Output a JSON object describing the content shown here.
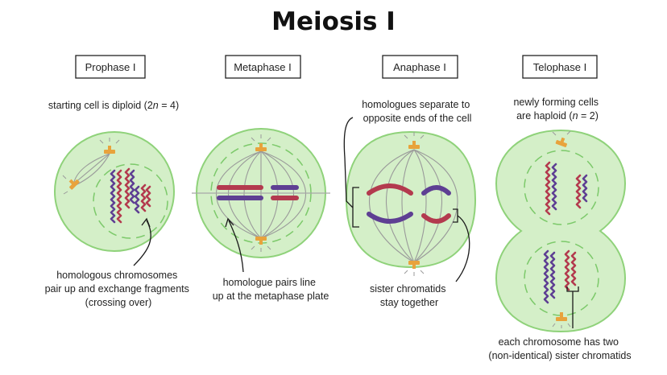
{
  "title": "Meiosis I",
  "stages": [
    {
      "label": "Prophase I"
    },
    {
      "label": "Metaphase I"
    },
    {
      "label": "Anaphase I"
    },
    {
      "label": "Telophase I"
    }
  ],
  "notes": {
    "prophase_top": {
      "pre": "starting cell is diploid (2",
      "var": "n",
      "post": " = 4)"
    },
    "prophase_bottom": [
      "homologous chromosomes",
      "pair up and exchange fragments",
      "(crossing over)"
    ],
    "metaphase_bottom": [
      "homologue pairs line",
      "up at the metaphase plate"
    ],
    "anaphase_top": [
      "homologues separate to",
      "opposite ends of the cell"
    ],
    "anaphase_bottom": [
      "sister chromatids",
      "stay together"
    ],
    "telophase_top_line1": "newly forming cells",
    "telophase_top_line2": {
      "pre": "are haploid (",
      "var": "n",
      "post": " = 2)"
    },
    "telophase_bottom": [
      "each chromosome has two",
      "(non-identical) sister chromatids"
    ]
  },
  "colors": {
    "cell_fill": "#d4efc8",
    "cell_outline": "#8fd27a",
    "chromosome_red": "#b33a4e",
    "chromosome_purple": "#5e3f93",
    "centrosome": "#e8a33c"
  }
}
